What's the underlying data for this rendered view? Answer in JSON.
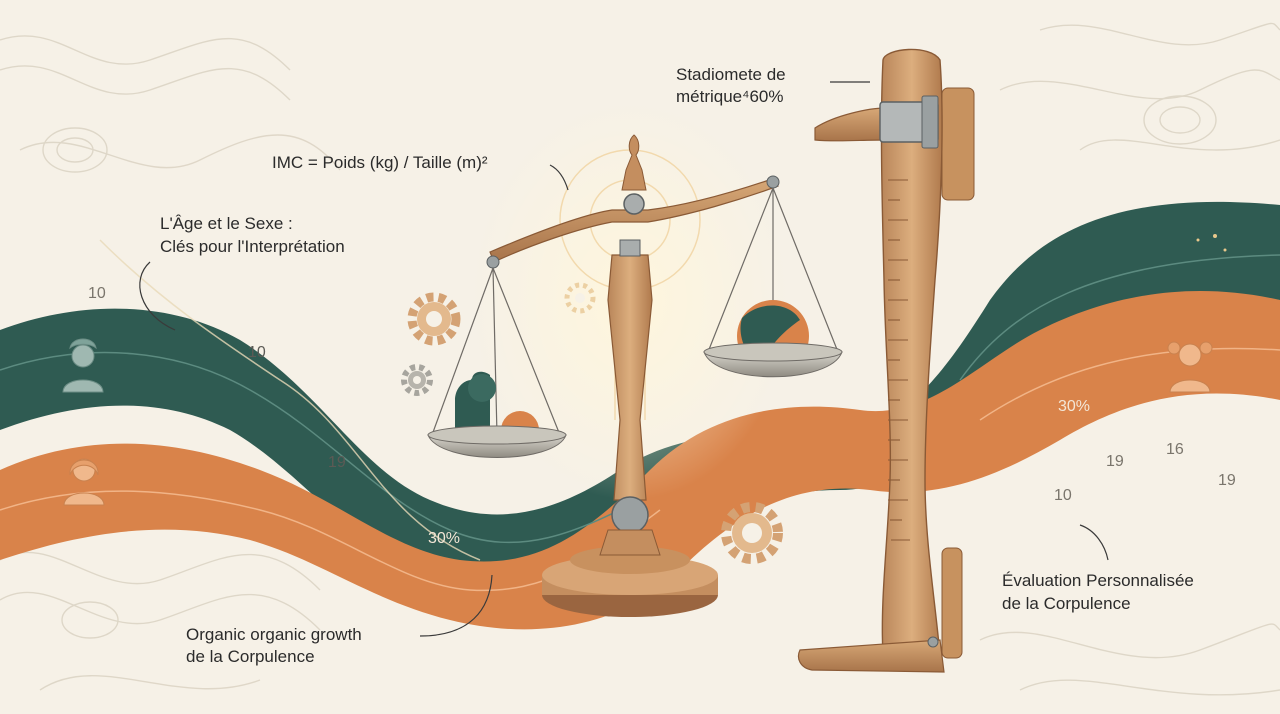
{
  "labels": {
    "stadiometer_line1": "Stadiomete de",
    "stadiometer_line2": "métrique⁴60%",
    "formula": "IMC = Poids (kg) / Taille (m)²",
    "age_sex_line1": "L'Âge et le Sexe :",
    "age_sex_line2": "Clés pour l'Interprétation",
    "organic_line1": "Organic organic growth",
    "organic_line2": "de la Corpulence",
    "evaluation_line1": "Évaluation Personnalisée",
    "evaluation_line2": "de la Corpulence"
  },
  "numbers": {
    "n10_top_left": "10",
    "n10_mid_left": "10",
    "n19_left": "19",
    "pct30_left": "30%",
    "pct30_right": "30%",
    "n19_right_a": "19",
    "n16_right": "16",
    "n19_right_b": "19",
    "n10_right": "10"
  },
  "icons": {
    "male_avatar": "male-avatar-icon",
    "female_avatar": "female-avatar-icon",
    "girl_avatar": "girl-avatar-icon",
    "gear": "gear-icon",
    "scale": "balance-scale-icon",
    "stadiometer": "stadiometer-icon"
  },
  "colors": {
    "background": "#f6f1e7",
    "teal": "#2f5b52",
    "orange": "#d9834a",
    "wood": "#c9996a",
    "wood_dark": "#8a5a36"
  }
}
